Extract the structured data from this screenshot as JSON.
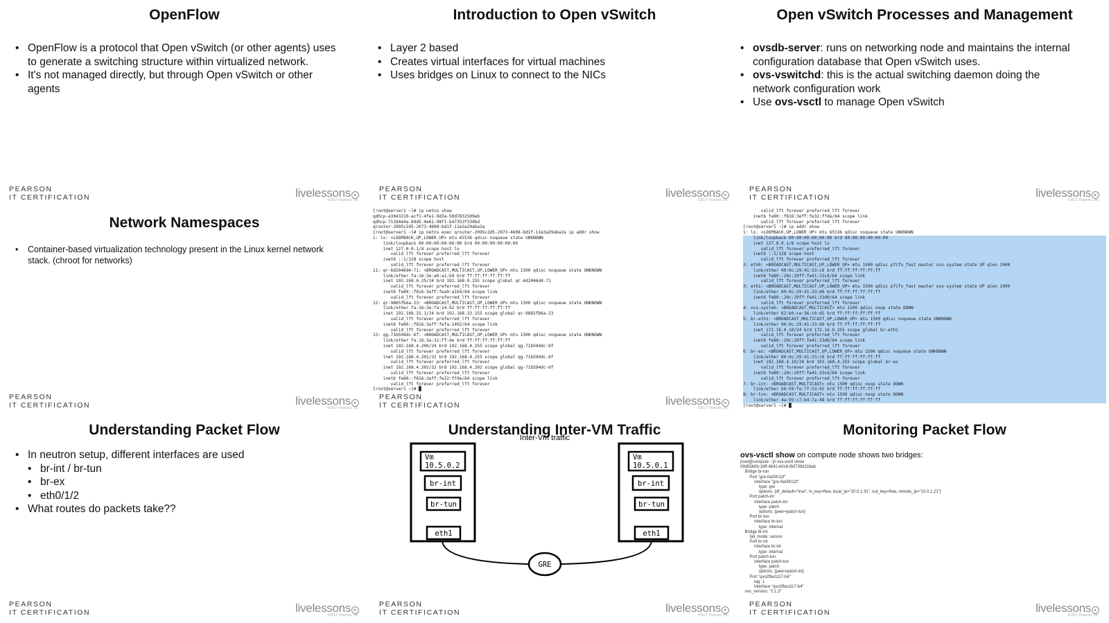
{
  "slides": {
    "openflow": {
      "title": "OpenFlow",
      "bullets": [
        "OpenFlow is a protocol that Open vSwitch (or other agents) uses to generate a switching structure within virtualized network.",
        "It's not managed directly, but through Open vSwitch or other agents"
      ]
    },
    "intro_ovs": {
      "title": "Introduction to Open vSwitch",
      "bullets": [
        "Layer 2 based",
        "Creates virtual interfaces for virtual machines",
        "Uses bridges on Linux to connect to the NICs"
      ]
    },
    "ovs_processes": {
      "title": "Open vSwitch Processes and Management",
      "b1_bold": "ovsdb-server",
      "b1_text": ": runs on networking node and maintains the internal configuration database that Open vSwitch uses.",
      "b2_bold": "ovs-vswitchd",
      "b2_text": ": this is the actual switching daemon doing the network configuration work",
      "b3_pre": "Use ",
      "b3_bold": "ovs-vsctl",
      "b3_text": " to manage Open vSwitch"
    },
    "namespaces": {
      "title": "Network Namespaces",
      "bullets": [
        "Container-based virtualization technology present in the Linux kernel network stack. (chroot for networks)"
      ]
    },
    "terminal1": {
      "lines": [
        "[root@server1 ~]# ip netns show",
        "qdhcp-e3043210-acf1-4fe1-9d3a-50d7832509eb",
        "qdhcp-713d4e4a-84d5-4e61-98f1-b47353f330bd",
        "qrouter-2995c2d5-2073-4608-bd1f-11e3a29aba2a",
        "[root@server1 ~]# ip netns exec qrouter-2995c2d5-2073-4608-bd1f-11e3a29aba2a ip addr show",
        "1: lo: <LOOPBACK,UP,LOWER_UP> mtu 65536 qdisc noqueue state UNKNOWN",
        "    link/loopback 00:00:00:00:00:00 brd 00:00:00:00:00:00",
        "    inet 127.0.0.1/8 scope host lo",
        "       valid_lft forever preferred_lft forever",
        "    inet6 ::1/128 scope host",
        "       valid_lft forever preferred_lft forever",
        "11: qr-6d2046d4-71: <BROADCAST,MULTICAST,UP,LOWER_UP> mtu 1500 qdisc noqueue state UNKNOWN",
        "    link/ether fa:16:3e:a0:a1:b9 brd ff:ff:ff:ff:ff:ff",
        "    inet 192.168.0.25/24 brd 192.168.0.255 scope global qr-6d2046d4-71",
        "       valid_lft forever preferred_lft forever",
        "    inet6 fe80::f816:3eff:fea0:a1b9/64 scope link",
        "       valid_lft forever preferred_lft forever",
        "12: qr-9865fb6a-23: <BROADCAST,MULTICAST,UP,LOWER_UP> mtu 1500 qdisc noqueue state UNKNOWN",
        "    link/ether fa:16:3e:fa:14:92 brd ff:ff:ff:ff:ff:ff",
        "    inet 192.168.33.1/24 brd 192.168.33.255 scope global qr-9865fb6a-23",
        "       valid_lft forever preferred_lft forever",
        "    inet6 fe80::f816:3eff:fefa:1492/64 scope link",
        "       valid_lft forever preferred_lft forever",
        "13: qg-71b594dc-6f: <BROADCAST,MULTICAST,UP,LOWER_UP> mtu 1500 qdisc noqueue state UNKNOWN",
        "    link/ether fa:16:3e:32:ff:de brd ff:ff:ff:ff:ff:ff",
        "    inet 192.168.4.200/24 brd 192.168.4.255 scope global qg-71b594dc-6f",
        "       valid_lft forever preferred_lft forever",
        "    inet 192.168.4.201/32 brd 192.168.4.255 scope global qg-71b594dc-6f",
        "       valid_lft forever preferred_lft forever",
        "    inet 192.168.4.202/32 brd 192.168.4.202 scope global qg-71b594dc-6f",
        "       valid_lft forever preferred_lft forever",
        "    inet6 fe80::f816:3eff:fe32:ffde/64 scope link",
        "       valid_lft forever preferred_lft forever",
        "[root@server1 ~]# █"
      ]
    },
    "terminal2": {
      "lines": [
        "       valid_lft forever preferred_lft forever",
        "    inet6 fe80::f816:3eff:fe32:ffde/64 scope link",
        "       valid_lft forever preferred_lft forever",
        "[root@server1 ~]# ip addr show",
        "1: lo: <LOOPBACK,UP,LOWER_UP> mtu 65536 qdisc noqueue state UNKNOWN",
        "    link/loopback 00:00:00:00:00:00 brd 00:00:00:00:00:00",
        "    inet 127.0.0.1/8 scope host lo",
        "       valid_lft forever preferred_lft forever",
        "    inet6 ::1/128 scope host",
        "       valid_lft forever preferred_lft forever",
        "2: eth0: <BROADCAST,MULTICAST,UP,LOWER_UP> mtu 1500 qdisc pfifo_fast master ovs-system state UP qlen 1000",
        "    link/ether 00:0c:29:41:33:c6 brd ff:ff:ff:ff:ff:ff",
        "    inet6 fe80::20c:29ff:fe41:33c6/64 scope link",
        "       valid_lft forever preferred_lft forever",
        "3: eth1: <BROADCAST,MULTICAST,UP,LOWER_UP> mtu 1500 qdisc pfifo_fast master ovs-system state UP qlen 1000",
        "    link/ether 00:0c:29:41:33:d0 brd ff:ff:ff:ff:ff:ff",
        "    inet6 fe80::20c:29ff:fe41:33d0/64 scope link",
        "       valid_lft forever preferred_lft forever",
        "4: ovs-system: <BROADCAST,MULTICAST> mtu 1500 qdisc noop state DOWN",
        "    link/ether 62:b0:ce:36:c0:d5 brd ff:ff:ff:ff:ff:ff",
        "5: br-eth1: <BROADCAST,MULTICAST,UP,LOWER_UP> mtu 1500 qdisc noqueue state UNKNOWN",
        "    link/ether 00:0c:29:41:33:d0 brd ff:ff:ff:ff:ff:ff",
        "    inet 172.16.0.10/24 brd 172.16.0.255 scope global br-eth1",
        "       valid_lft forever preferred_lft forever",
        "    inet6 fe80::20c:29ff:fe41:33d0/64 scope link",
        "       valid_lft forever preferred_lft forever",
        "6: br-ex: <BROADCAST,MULTICAST,UP,LOWER_UP> mtu 1500 qdisc noqueue state UNKNOWN",
        "    link/ether 00:0c:29:41:33:c6 brd ff:ff:ff:ff:ff:ff",
        "    inet 192.168.4.10/24 brd 192.168.4.255 scope global br-ex",
        "       valid_lft forever preferred_lft forever",
        "    inet6 fe80::20c:29ff:fe41:33c6/64 scope link",
        "       valid_lft forever preferred_lft forever",
        "7: br-int: <BROADCAST,MULTICAST> mtu 1500 qdisc noop state DOWN",
        "    link/ether b6:50:fe:7f:53:42 brd ff:ff:ff:ff:ff:ff",
        "8: br-tun: <BROADCAST,MULTICAST> mtu 1500 qdisc noop state DOWN",
        "    link/ether 4a:95:c7:b4:7a:48 brd ff:ff:ff:ff:ff:ff",
        "[root@server1 ~]# █"
      ],
      "selected_from": 5,
      "selected_to": 35
    },
    "packet_flow": {
      "title": "Understanding Packet Flow",
      "bullets": [
        {
          "text": "In neutron setup, different interfaces are used",
          "sub": false
        },
        {
          "text": "br-int / br-tun",
          "sub": true
        },
        {
          "text": "br-ex",
          "sub": true
        },
        {
          "text": "eth0/1/2",
          "sub": true
        },
        {
          "text": "What routes do packets take??",
          "sub": false
        }
      ]
    },
    "inter_vm": {
      "title": "Understanding Inter-VM Traffic",
      "caption": "Inter-Vm traffic",
      "left_vm": "Vm\n10.5.0.2",
      "right_vm": "Vm\n10.5.0.1",
      "br_int": "br-int",
      "br_tun": "br-tun",
      "eth": "eth1",
      "gre": "GRE"
    },
    "monitoring": {
      "title": "Monitoring Packet Flow",
      "cmd_bold": "ovs-vsctl show",
      "cmd_text": " on compute node shows two bridges:",
      "config": "[root@compute ~]# ovs-vsctl show\n09d55b0b-18ff-4b42-b0c6-fb0739d116ab\n    Bridge br-tun\n        Port \"gre-0a00011f\"\n            Interface \"gre-0a00011f\"\n                type: gre\n                options: {df_default=\"true\", in_key=flow, local_ip=\"10.0.1.31\", out_key=flow, remote_ip=\"10.0.1.21\"}\n        Port patch-int\n            Interface patch-int\n                type: patch\n                options: {peer=patch-tun}\n        Port br-tun\n            Interface br-tun\n                type: internal\n    Bridge br-int\n        fail_mode: secure\n        Port br-int\n            Interface br-int\n                type: internal\n        Port patch-tun\n            Interface patch-tun\n                type: patch\n                options: {peer=patch-int}\n        Port \"qvo2fbe1117-b4\"\n            tag: 1\n            Interface \"qvo2fbe1117-b4\"\n    ovs_version: \"2.1.3\""
    }
  },
  "footer": {
    "pearson_line1": "PEARSON",
    "pearson_line2": "IT CERTIFICATION",
    "livelessons": "livelessons",
    "livelessons_mark": "▸",
    "copyright": "©2017 Pearson, Inc."
  },
  "colors": {
    "selection": "#b5d5f5",
    "text": "#111111",
    "footer_gray": "#888888"
  }
}
